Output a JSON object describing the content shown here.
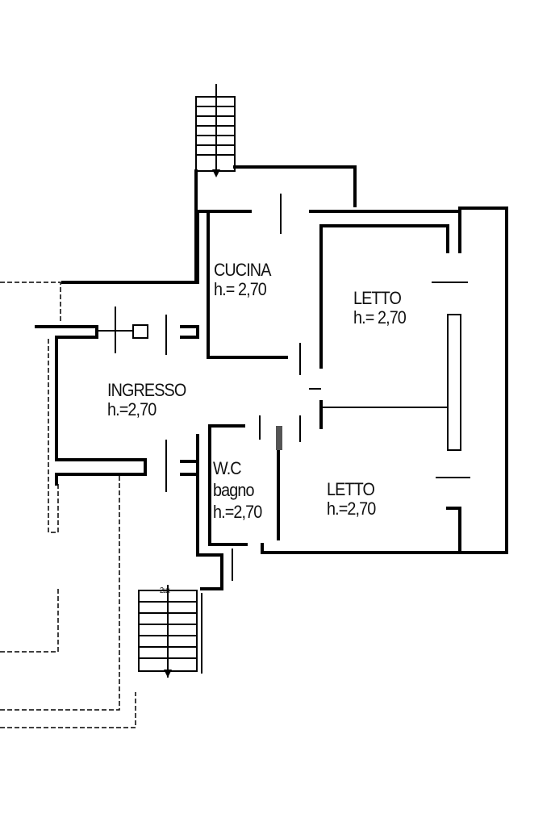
{
  "plan": {
    "rooms": [
      {
        "name": "CUCINA",
        "height": "h.= 2,70"
      },
      {
        "name": "LETTO",
        "height": "h.= 2,70"
      },
      {
        "name": "INGRESSO",
        "height": "h.=2,70"
      },
      {
        "name": "W.C",
        "sub": "bagno",
        "height": "h.=2,70"
      },
      {
        "name": "LETTO",
        "height": "h.=2,70"
      }
    ],
    "stair_label": "2ux"
  },
  "colors": {
    "ink": "#000000",
    "paper": "#ffffff"
  }
}
